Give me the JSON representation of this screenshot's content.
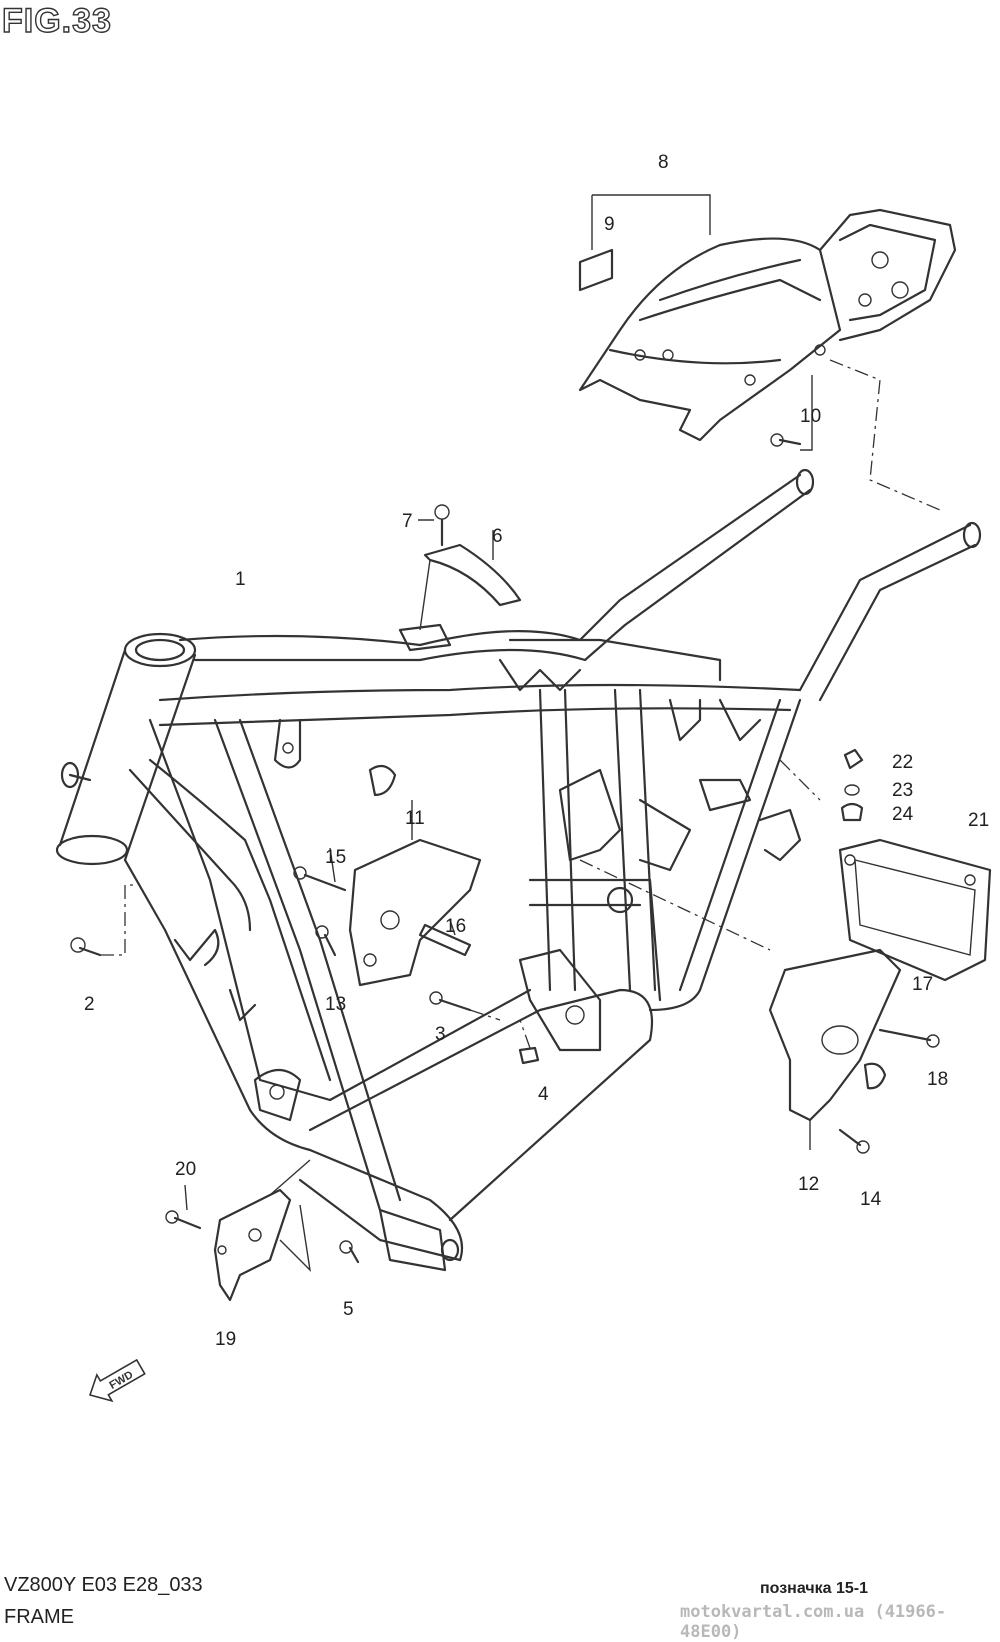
{
  "figure": {
    "title": "FIG.33"
  },
  "parts": [
    {
      "number": "1"
    },
    {
      "number": "2"
    },
    {
      "number": "3"
    },
    {
      "number": "4"
    },
    {
      "number": "5"
    },
    {
      "number": "6"
    },
    {
      "number": "7"
    },
    {
      "number": "8"
    },
    {
      "number": "9"
    },
    {
      "number": "10"
    },
    {
      "number": "11"
    },
    {
      "number": "12"
    },
    {
      "number": "13"
    },
    {
      "number": "14"
    },
    {
      "number": "15"
    },
    {
      "number": "16"
    },
    {
      "number": "17"
    },
    {
      "number": "18"
    },
    {
      "number": "19"
    },
    {
      "number": "20"
    },
    {
      "number": "21"
    },
    {
      "number": "22"
    },
    {
      "number": "23"
    },
    {
      "number": "24"
    }
  ],
  "direction_badge": "FWD",
  "footer": {
    "model_code": "VZ800Y E03 E28_033",
    "section_name": "FRAME",
    "reference": "позначка 15-1",
    "source": "motokvartal.com.ua (41966-48E00)"
  }
}
